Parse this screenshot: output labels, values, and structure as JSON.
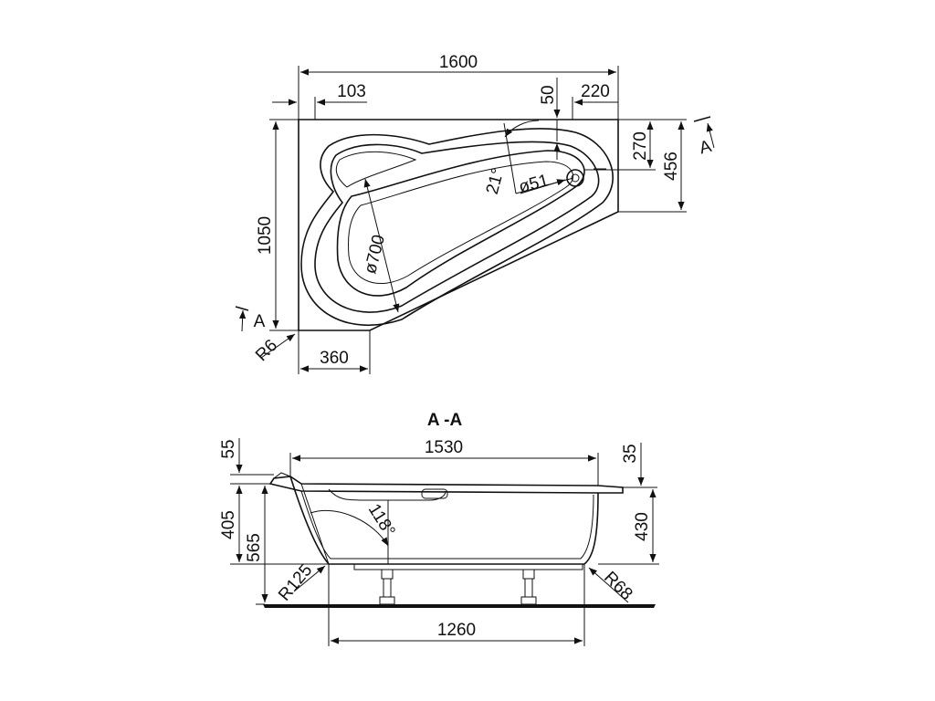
{
  "plan_view": {
    "width_total": "1600",
    "dim_103": "103",
    "dim_50": "50",
    "dim_220": "220",
    "depth_total": "1050",
    "dim_270": "270",
    "dim_456": "456",
    "angle_21": "21°",
    "drain_dia": "ø51",
    "basin_dia": "ø700",
    "corner_radius": "R6",
    "dim_360": "360",
    "section_mark_left": "A",
    "section_mark_right": "A"
  },
  "section_view": {
    "title": "A -A",
    "length_top": "1530",
    "dim_55": "55",
    "dim_35": "35",
    "dim_405": "405",
    "dim_565": "565",
    "dim_430": "430",
    "angle_118": "118°",
    "radius_left": "R125",
    "radius_right": "R68",
    "length_bottom": "1260"
  }
}
